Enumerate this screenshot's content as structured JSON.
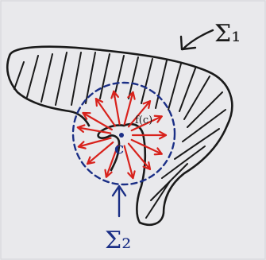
{
  "labels": {
    "sigma_1": "Σ₁",
    "sigma_2": "Σ₂",
    "center": "c",
    "field": "f(c)"
  },
  "colors": {
    "paper": "#e9e9ec",
    "black_ink": "#1a1a1a",
    "blue_ink": "#1b2f86",
    "red_ink": "#d8221c"
  }
}
